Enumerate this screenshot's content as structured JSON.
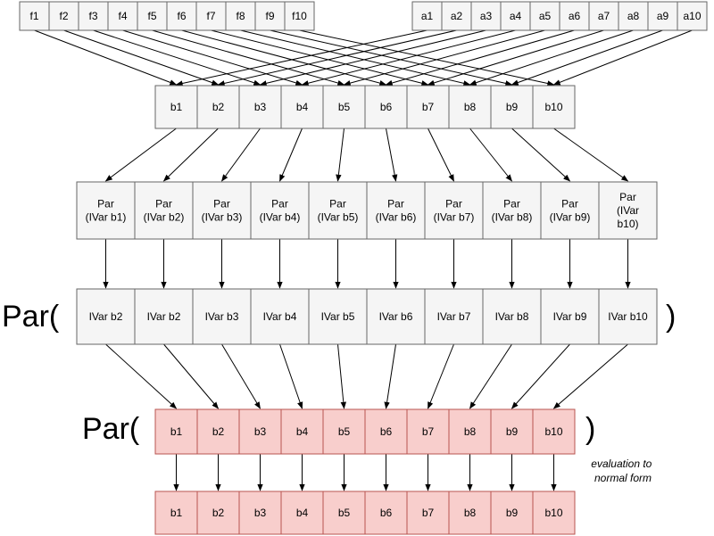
{
  "colors": {
    "grey_fill": "#f5f5f5",
    "grey_stroke": "#666666",
    "red_fill": "#f8cecc",
    "red_stroke": "#b85450"
  },
  "rows": {
    "f": [
      "f1",
      "f2",
      "f3",
      "f4",
      "f5",
      "f6",
      "f7",
      "f8",
      "f9",
      "f10"
    ],
    "a": [
      "a1",
      "a2",
      "a3",
      "a4",
      "a5",
      "a6",
      "a7",
      "a8",
      "a9",
      "a10"
    ],
    "b": [
      "b1",
      "b2",
      "b3",
      "b4",
      "b5",
      "b6",
      "b7",
      "b8",
      "b9",
      "b10"
    ],
    "par": [
      [
        "Par",
        "(IVar b1)"
      ],
      [
        "Par",
        "(IVar b2)"
      ],
      [
        "Par",
        "(IVar b3)"
      ],
      [
        "Par",
        "(IVar b4)"
      ],
      [
        "Par",
        "(IVar b5)"
      ],
      [
        "Par",
        "(IVar b6)"
      ],
      [
        "Par",
        "(IVar b7)"
      ],
      [
        "Par",
        "(IVar b8)"
      ],
      [
        "Par",
        "(IVar b9)"
      ],
      [
        "Par",
        "(IVar",
        "b10)"
      ]
    ],
    "ivar": [
      "IVar b2",
      "IVar b2",
      "IVar b3",
      "IVar b4",
      "IVar b5",
      "IVar b6",
      "IVar b7",
      "IVar b8",
      "IVar b9",
      "IVar b10"
    ],
    "red1": [
      "b1",
      "b2",
      "b3",
      "b4",
      "b5",
      "b6",
      "b7",
      "b8",
      "b9",
      "b10"
    ],
    "red2": [
      "b1",
      "b2",
      "b3",
      "b4",
      "b5",
      "b6",
      "b7",
      "b8",
      "b9",
      "b10"
    ]
  },
  "brackets": {
    "par_open_1": "Par(",
    "close_1": ")",
    "par_open_2": "Par(",
    "close_2": ")"
  },
  "note_lines": [
    "evaluation to",
    "normal form"
  ]
}
